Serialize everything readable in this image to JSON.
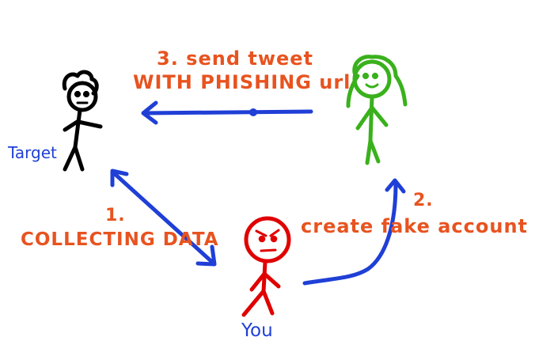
{
  "labels": {
    "step3_line1": "3. send tweet",
    "step3_line2": "WITH PHISHING url",
    "step1_number": "1.",
    "step1_text": "COLLECTING DATA",
    "step2_number": "2.",
    "step2_text": "create fake account",
    "target": "Target",
    "you": "You"
  },
  "colors": {
    "background": "#ffffff",
    "step_text": "#e8531f",
    "arrow": "#1f3fd6",
    "target_figure": "#000000",
    "attacker_figure": "#e00000",
    "fake_account_figure": "#3ab11c"
  }
}
